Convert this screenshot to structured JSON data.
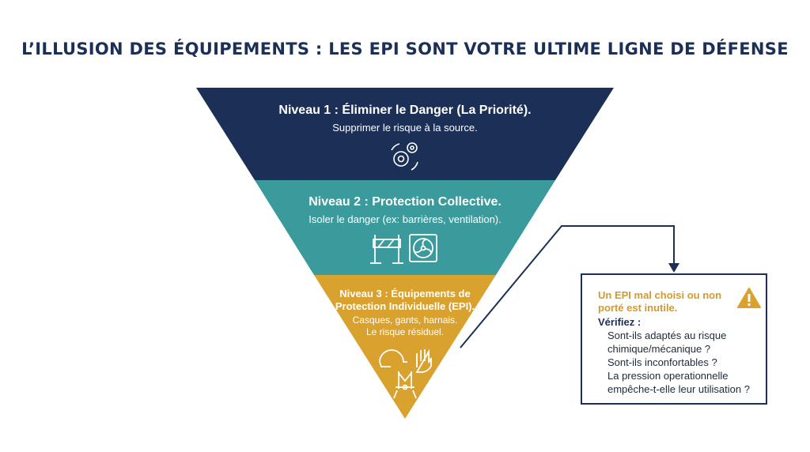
{
  "title": "L’ILLUSION DES ÉQUIPEMENTS : LES EPI SONT VOTRE ULTIME LIGNE DE DÉFENSE",
  "colors": {
    "navy": "#1b2f57",
    "teal": "#3a9a9c",
    "gold": "#d9a12e"
  },
  "levels": [
    {
      "title": "Niveau 1 : Éliminer le Danger (La Priorité).",
      "desc": "Supprimer le risque à la source.",
      "icons": [
        "gears-icon"
      ]
    },
    {
      "title": "Niveau 2 : Protection Collective.",
      "desc": "Isoler le danger (ex: barrières, ventilation).",
      "icons": [
        "barrier-icon",
        "fan-icon"
      ]
    },
    {
      "title_line1": "Niveau 3 : Équipements de",
      "title_line2": "Protection Individuelle (EPI).",
      "desc_line1": "Casques, gants, harnais.",
      "desc_line2": "Le risque résiduel.",
      "icons": [
        "helmet-icon",
        "glove-icon",
        "harness-icon"
      ]
    }
  ],
  "callout": {
    "warning": "Un EPI mal choisi ou non porté est inutile.",
    "verify": "Vérifiez :",
    "items": [
      "Sont-ils adaptés au risque chimique/mécanique ?",
      "Sont-ils inconfortables ?",
      "La pression operationnelle empêche-t-elle leur utilisation ?"
    ]
  }
}
